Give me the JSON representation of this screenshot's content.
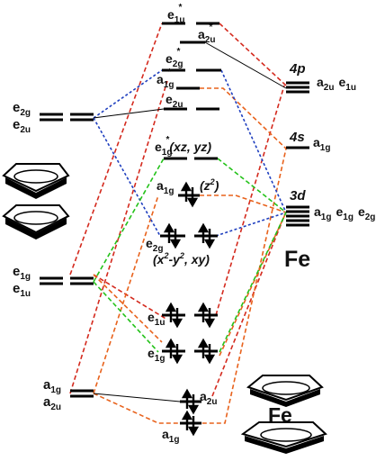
{
  "metal": {
    "symbol": "Fe"
  },
  "fe_levels": {
    "4p": "4p",
    "4p_sym_a": "a",
    "4p_sym_a_sub": "2u",
    "4p_sym_e": "e",
    "4p_sym_e_sub": "1u",
    "4s": "4s",
    "4s_sym": "a",
    "4s_sym_sub": "1g",
    "3d": "3d",
    "3d_a": "a",
    "3d_a_sub": "1g",
    "3d_e1": "e",
    "3d_e1_sub": "1g",
    "3d_e2": "e",
    "3d_e2_sub": "2g"
  },
  "ligand_levels": {
    "e2g": "e",
    "e2g_sub": "2g",
    "e2u": "e",
    "e2u_sub": "2u",
    "e1g": "e",
    "e1g_sub": "1g",
    "e1u": "e",
    "e1u_sub": "1u",
    "a1g": "a",
    "a1g_sub": "1g",
    "a2u": "a",
    "a2u_sub": "2u"
  },
  "mo_labels": {
    "e1u_star": "e",
    "e1u_star_sub": "1u",
    "star": "*",
    "a2u_star": "a",
    "a2u_star_sub": "2u",
    "e2g_star": "e",
    "e2g_star_sub": "2g",
    "a1g_star": "a",
    "a1g_star_sub": "1g",
    "e2u": "e",
    "e2u_sub": "2u",
    "e1g_star": "e",
    "e1g_star_sub": "1g",
    "e1g_star_orb": "(xz, yz)",
    "a1g": "a",
    "a1g_sub": "1g",
    "a1g_orb": "(z",
    "a1g_orb_sup": "2",
    "a1g_orb_end": ")",
    "e2g": "e",
    "e2g_sub": "2g",
    "e2g_orb_a": "(x",
    "e2g_orb_sup": "2",
    "e2g_orb_b": "-y",
    "e2g_orb_c": ", xy)",
    "e1u": "e",
    "e1u_sub": "1u",
    "e1g": "e",
    "e1g_sub": "1g",
    "a2u_bond": "a",
    "a2u_bond_sub": "2u",
    "a1g_bond": "a",
    "a1g_bond_sub": "1g"
  }
}
